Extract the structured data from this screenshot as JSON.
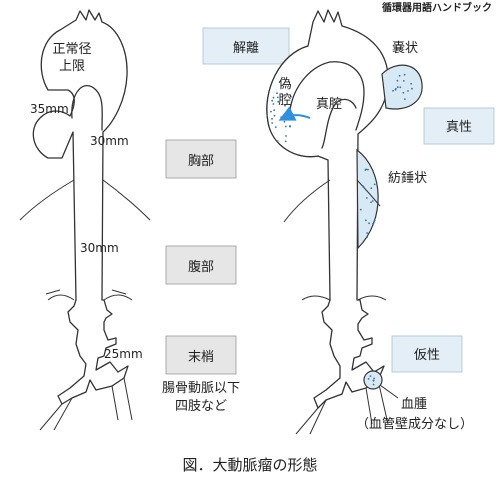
{
  "header": {
    "source": "循環器用語ハンドブック"
  },
  "normal": {
    "upper_limit": [
      "正常径",
      "上限"
    ],
    "measure_35": "35mm",
    "measure_30_arch": "30mm",
    "measure_30_abd": "30mm",
    "measure_25": "25mm"
  },
  "categories": {
    "thoracic": "胸部",
    "abdominal": "腹部",
    "peripheral": "末梢",
    "peripheral_note": [
      "腸骨動脈以下",
      "四肢など"
    ]
  },
  "types": {
    "dissection": "解離",
    "false_lumen": [
      "偽",
      "腔"
    ],
    "true_lumen": "真腔",
    "saccular": "嚢状",
    "true_aneurysm": "真性",
    "fusiform": "紡錘状",
    "pseudo": "仮性",
    "hematoma": "血腫",
    "hematoma_note": "（血管壁成分なし）"
  },
  "caption": "図．大動脈瘤の形態",
  "colors": {
    "lumen_fill": "#d8e9f6",
    "dot": "#3f6f9a",
    "box_gray": "#e6e6e6",
    "box_blue": "#e4eef6",
    "arrow": "#2e8fe0"
  }
}
